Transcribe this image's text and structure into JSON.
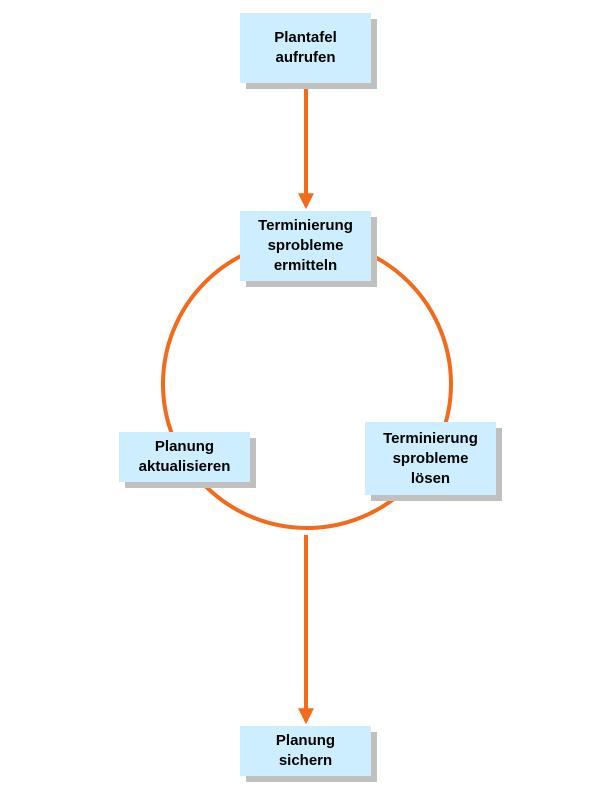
{
  "colors": {
    "arrow": "#f26a1b",
    "box_fill": "#cceeff",
    "box_shadow": "#c0c0c0"
  },
  "nodes": {
    "plantafel": "Plantafel\naufrufen",
    "ermitteln": "Terminierung\nsprobleme\nermitteln",
    "aktualisieren": "Planung\naktualisieren",
    "loesen": "Terminierung\nsprobleme\nlösen",
    "sichern": "Planung\nsichern"
  }
}
